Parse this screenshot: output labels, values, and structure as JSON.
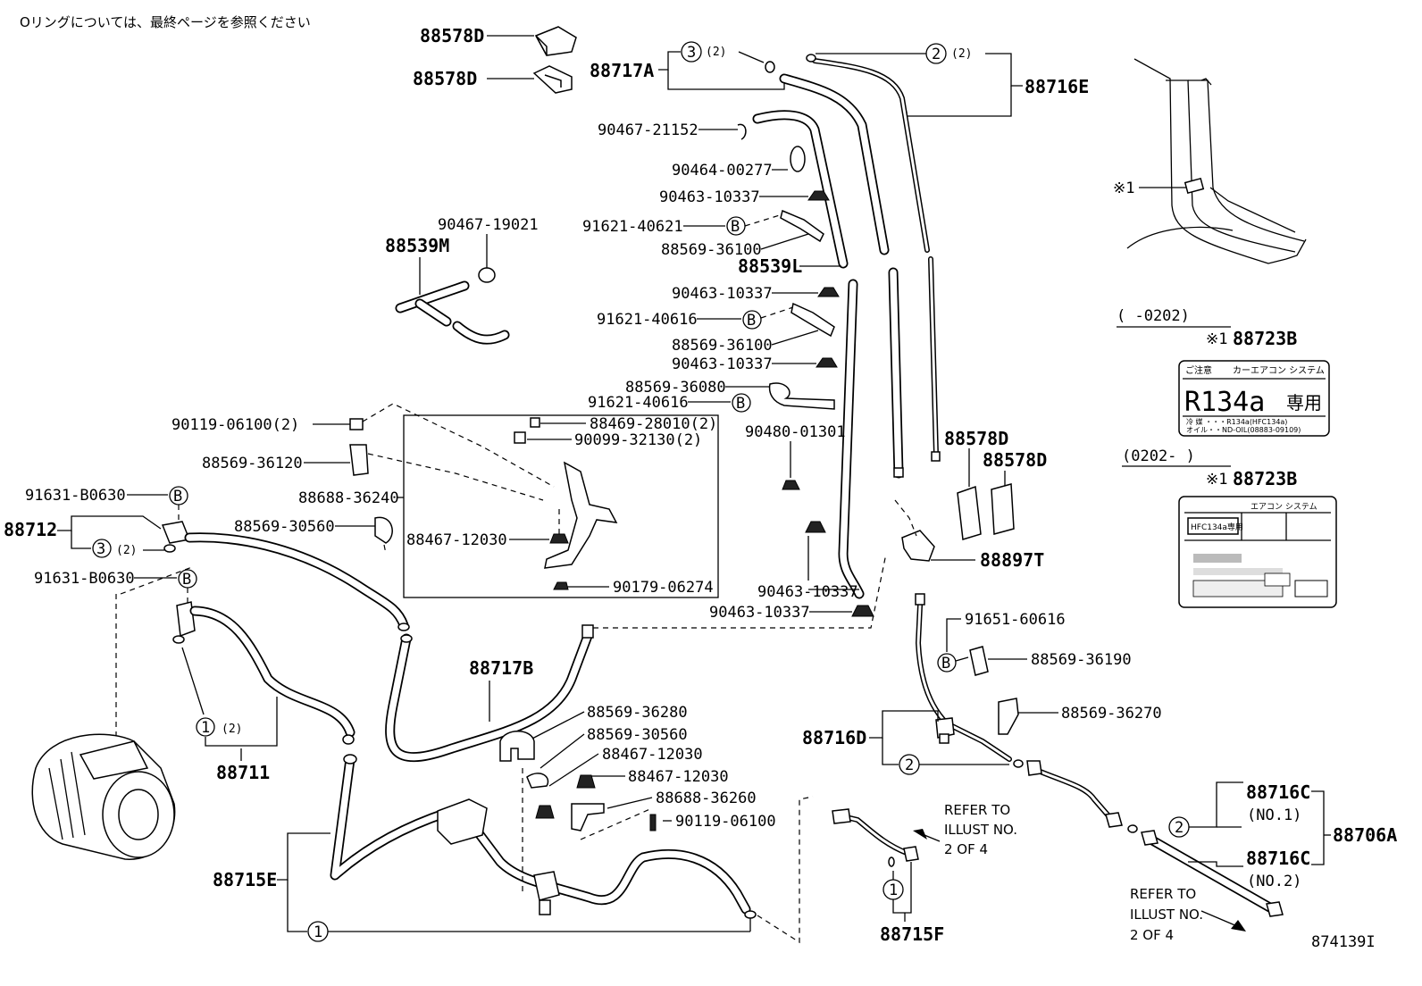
{
  "header_note": "Oリングについては、最終ページを参照ください",
  "figure_id": "874139I",
  "parts": [
    {
      "key": "p88578D_a",
      "label": "88578D"
    },
    {
      "key": "p88578D_b",
      "label": "88578D"
    },
    {
      "key": "p88717A",
      "label": "88717A"
    },
    {
      "key": "p88716E",
      "label": "88716E"
    },
    {
      "key": "p90467_21152",
      "label": "90467-21152"
    },
    {
      "key": "p90464_00277",
      "label": "90464-00277"
    },
    {
      "key": "p90463_10337_a",
      "label": "90463-10337"
    },
    {
      "key": "p91621_40621",
      "label": "91621-40621"
    },
    {
      "key": "p88569_36100_a",
      "label": "88569-36100"
    },
    {
      "key": "p88539L",
      "label": "88539L"
    },
    {
      "key": "p90467_19021",
      "label": "90467-19021"
    },
    {
      "key": "p88539M",
      "label": "88539M"
    },
    {
      "key": "p90463_10337_b",
      "label": "90463-10337"
    },
    {
      "key": "p91621_40616_a",
      "label": "91621-40616"
    },
    {
      "key": "p88569_36100_b",
      "label": "88569-36100"
    },
    {
      "key": "p90463_10337_c",
      "label": "90463-10337"
    },
    {
      "key": "p88569_36080",
      "label": "88569-36080"
    },
    {
      "key": "p91621_40616_b",
      "label": "91621-40616"
    },
    {
      "key": "p90119_06100_2",
      "label": "90119-06100(2)"
    },
    {
      "key": "p88469_28010",
      "label": "88469-28010(2)"
    },
    {
      "key": "p90099_32130",
      "label": "90099-32130(2)"
    },
    {
      "key": "p88569_36120",
      "label": "88569-36120"
    },
    {
      "key": "p90480_01301",
      "label": "90480-01301"
    },
    {
      "key": "p88578D_c",
      "label": "88578D"
    },
    {
      "key": "p88578D_d",
      "label": "88578D"
    },
    {
      "key": "p91631_B0630_a",
      "label": "91631-B0630"
    },
    {
      "key": "p88688_36240",
      "label": "88688-36240"
    },
    {
      "key": "p88712",
      "label": "88712"
    },
    {
      "key": "p88569_30560_a",
      "label": "88569-30560"
    },
    {
      "key": "p88467_12030_a",
      "label": "88467-12030"
    },
    {
      "key": "p88897T",
      "label": "88897T"
    },
    {
      "key": "p91631_B0630_b",
      "label": "91631-B0630"
    },
    {
      "key": "p90179_06274",
      "label": "90179-06274"
    },
    {
      "key": "p90463_10337_d",
      "label": "90463-10337"
    },
    {
      "key": "p90463_10337_e",
      "label": "90463-10337"
    },
    {
      "key": "p91651_60616",
      "label": "91651-60616"
    },
    {
      "key": "p88569_36190",
      "label": "88569-36190"
    },
    {
      "key": "p88717B",
      "label": "88717B"
    },
    {
      "key": "p88569_36270",
      "label": "88569-36270"
    },
    {
      "key": "p88569_36280",
      "label": "88569-36280"
    },
    {
      "key": "p88569_30560_b",
      "label": "88569-30560"
    },
    {
      "key": "p88467_12030_b",
      "label": "88467-12030"
    },
    {
      "key": "p88467_12030_c",
      "label": "88467-12030"
    },
    {
      "key": "p88688_36260",
      "label": "88688-36260"
    },
    {
      "key": "p90119_06100",
      "label": "90119-06100"
    },
    {
      "key": "p88716D",
      "label": "88716D"
    },
    {
      "key": "p88711",
      "label": "88711"
    },
    {
      "key": "p88716C_1",
      "label": "88716C"
    },
    {
      "key": "p88716C_2",
      "label": "88716C"
    },
    {
      "key": "p88706A",
      "label": "88706A"
    },
    {
      "key": "p88715E",
      "label": "88715E"
    },
    {
      "key": "p88715F",
      "label": "88715F"
    },
    {
      "key": "p88723B_a",
      "label": "88723B"
    },
    {
      "key": "p88723B_b",
      "label": "88723B"
    }
  ],
  "qualifiers": {
    "no1": "(NO.1)",
    "no2": "(NO.2)",
    "qty2": "(2)",
    "qty2b": "(2)",
    "qty2c": "(2)",
    "qty2d": "(2)",
    "range_a": "(      -0202)",
    "range_b": "(0202-      )",
    "mark1": "※1",
    "mark2": "※1",
    "mark3": "※1"
  },
  "callouts": {
    "c1": "1",
    "c2": "2",
    "c3": "3",
    "cb": "B"
  },
  "refer_notes": {
    "refer1_line1": "REFER TO",
    "refer1_line2": "ILLUST NO.",
    "refer1_line3": "2 OF 4",
    "refer2_line1": "REFER TO",
    "refer2_line2": "ILLUST NO.",
    "refer2_line3": "2 OF 4"
  },
  "label_cards": {
    "card_a": {
      "caution": "ご注意",
      "system": "カーエアコン システム",
      "main": "R134a",
      "exclusive": "専用",
      "row1": "冷 媒 ・・・R134a(HFC134a)",
      "row2": "オイル・・ND-OIL(08883-09109)"
    },
    "card_b": {
      "system": "エアコン システム",
      "mono": "HFC134a専用"
    }
  }
}
